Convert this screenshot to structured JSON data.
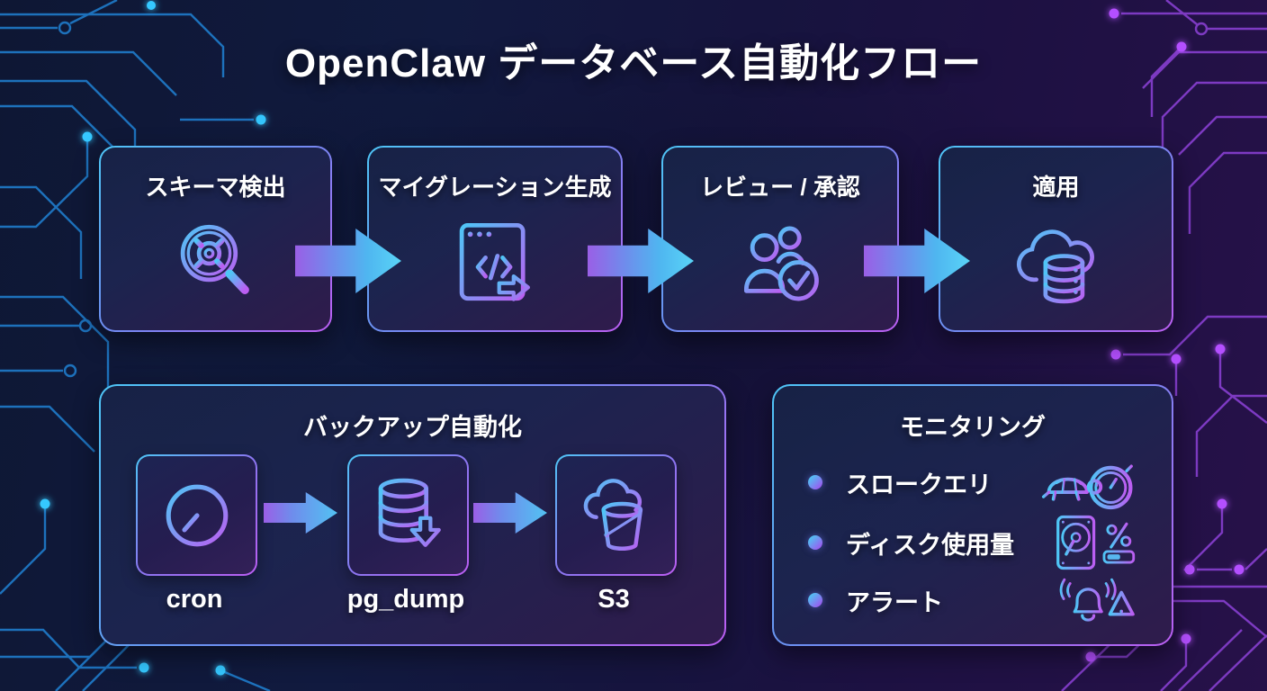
{
  "title": "OpenClaw データベース自動化フロー",
  "flow": {
    "steps": [
      {
        "label": "スキーマ検出",
        "icon": "magnifier-gear-icon"
      },
      {
        "label": "マイグレーション生成",
        "icon": "code-window-arrow-icon"
      },
      {
        "label": "レビュー / 承認",
        "icon": "users-check-icon"
      },
      {
        "label": "適用",
        "icon": "cloud-database-icon"
      }
    ]
  },
  "backup": {
    "title": "バックアップ自動化",
    "steps": [
      {
        "label": "cron",
        "icon": "clock-icon"
      },
      {
        "label": "pg_dump",
        "icon": "database-download-icon"
      },
      {
        "label": "S3",
        "icon": "bucket-cloud-icon"
      }
    ]
  },
  "monitoring": {
    "title": "モニタリング",
    "items": [
      {
        "label": "スロークエリ",
        "icon": "turtle-stopwatch-icon"
      },
      {
        "label": "ディスク使用量",
        "icon": "disk-percent-icon"
      },
      {
        "label": "アラート",
        "icon": "bell-warning-icon"
      }
    ]
  },
  "colors": {
    "accent_cyan": "#4EC6F6",
    "accent_purple": "#BB5EF2",
    "background_navy": "#0E1734",
    "background_purple": "#271149",
    "arrow_start": "#9A5FE6",
    "arrow_end": "#59D4F7",
    "text": "#FFFFFF"
  }
}
